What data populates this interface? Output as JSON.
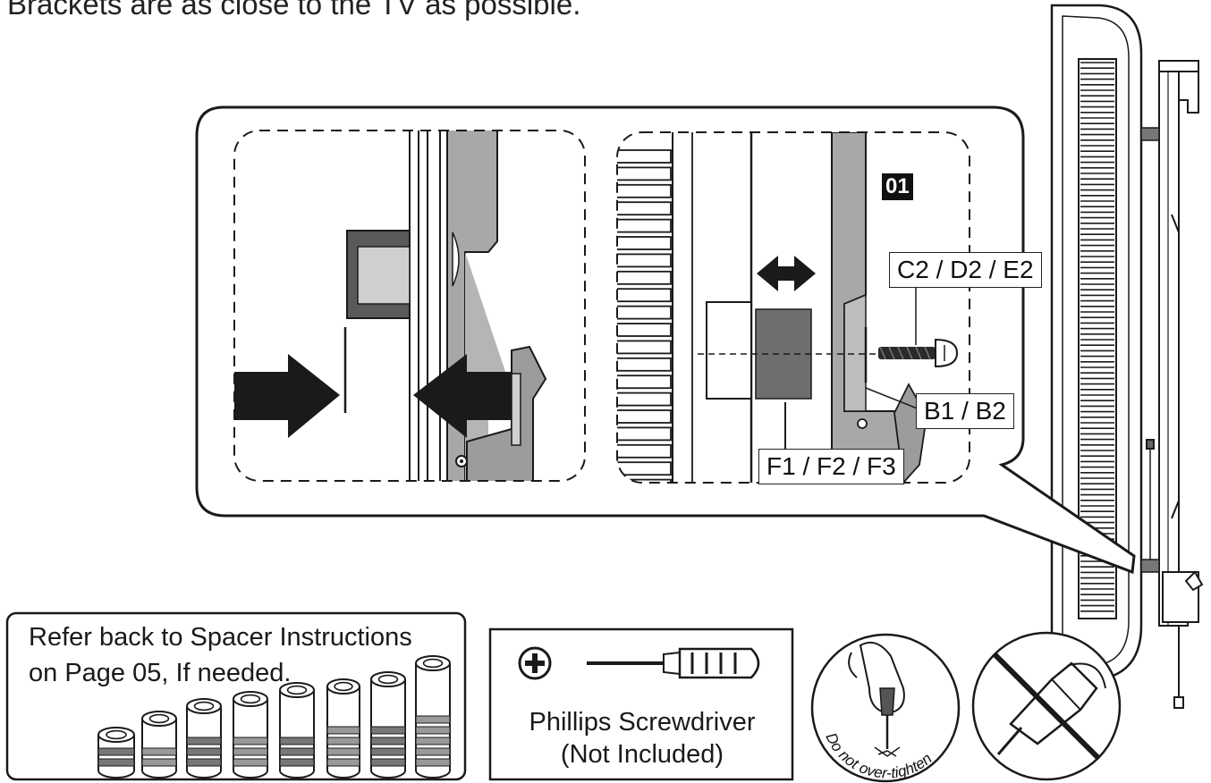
{
  "header_text": "Brackets are as close to the TV as possible.",
  "callout": {
    "part_number": "01",
    "labels": {
      "screw": "C2 / D2 / E2",
      "washer": "B1 / B2",
      "spacer": "F1 / F2 / F3"
    }
  },
  "spacer_box": {
    "text_line1": "Refer back to Spacer Instructions",
    "text_line2": "on Page 05, If needed."
  },
  "tool_box": {
    "line1": "Phillips Screwdriver",
    "line2": "(Not Included)"
  },
  "warning": {
    "text": "Do not over-tighten"
  },
  "colors": {
    "line": "#1a1a1a",
    "gray": "#9a9a9a",
    "dark_gray": "#555555",
    "light_gray": "#cfcfcf"
  },
  "icons": [
    "plus-icon",
    "screwdriver-icon",
    "hand-screwdriver-icon",
    "no-drill-icon",
    "double-arrow-icon",
    "push-arrow-icon"
  ]
}
